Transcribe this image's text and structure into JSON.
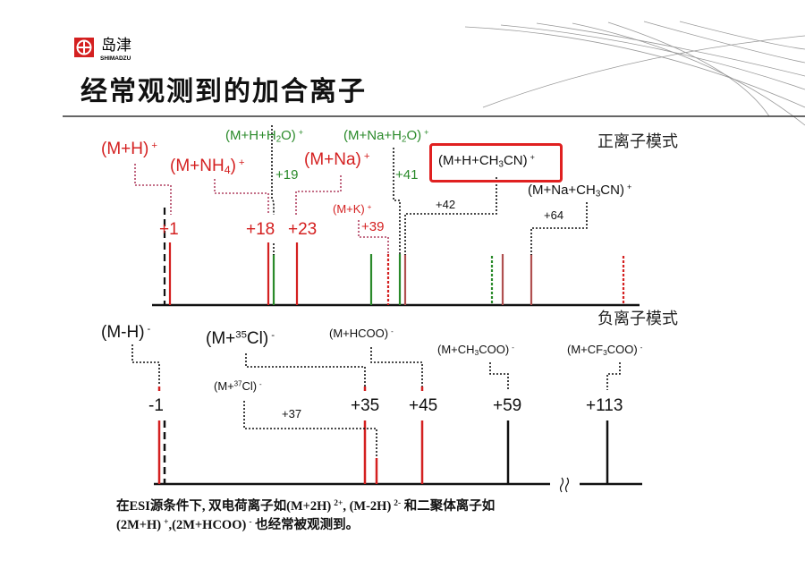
{
  "header": {
    "logo_cn": "岛津",
    "logo_en": "SHIMADZU",
    "title": "经常观测到的加合离子"
  },
  "positive": {
    "mode": "正离子模式",
    "labels": {
      "mh": {
        "a": "(M+H)",
        "sup": "+"
      },
      "nh4": {
        "a": "(M+NH",
        "sub": "4",
        "b": ")",
        "sup": "+"
      },
      "hh2o": {
        "a": "(M+H+H",
        "sub": "2",
        "b": "O)",
        "sup": "+"
      },
      "na": {
        "a": "(M+Na)",
        "sup": "+"
      },
      "nah2o": {
        "a": "(M+Na+H",
        "sub": "2",
        "b": "O)",
        "sup": "+"
      },
      "k": {
        "a": "(M+K)",
        "sup": "+"
      },
      "hch3cn": {
        "a": "(M+H+CH",
        "sub": "3",
        "b": "CN)",
        "sup": "+"
      },
      "nach3cn": {
        "a": "(M+Na+CH",
        "sub": "3",
        "b": "CN)",
        "sup": "+"
      }
    },
    "shifts": {
      "p1": "+1",
      "p18": "+18",
      "p19": "+19",
      "p23": "+23",
      "p39": "+39",
      "p41": "+41",
      "p42": "+42",
      "p64": "+64"
    }
  },
  "negative": {
    "mode": "负离子模式",
    "labels": {
      "mmh": {
        "a": "(M-H)",
        "sup": "-"
      },
      "cl35": {
        "a": "(M+",
        "sup1": "35",
        "b": "Cl)",
        "sup": "-"
      },
      "cl37": {
        "a": "(M+",
        "sup1": "37",
        "b": "Cl)",
        "sup": "-"
      },
      "hcoo": {
        "a": "(M+HCOO)",
        "sup": "-"
      },
      "ch3coo": {
        "a": "(M+CH",
        "sub": "3",
        "b": "COO)",
        "sup": "-"
      },
      "cf3coo": {
        "a": "(M+CF",
        "sub": "3",
        "b": "COO)",
        "sup": "-"
      }
    },
    "shifts": {
      "m1": "-1",
      "p35": "+35",
      "p37": "+37",
      "p45": "+45",
      "p59": "+59",
      "p113": "+113"
    }
  },
  "note": {
    "l1a": "在ESI源条件下, 双电荷离子如(M+2H)",
    "l1s1": "2+",
    "l1b": ", (M-2H)",
    "l1s2": "2-",
    "l1c": " 和二聚体离子如",
    "l2a": "(2M+H)",
    "l2s1": "+",
    "l2b": ",(2M+HCOO)",
    "l2s2": "-",
    "l2c": " 也经常被观测到。"
  },
  "colors": {
    "red": "#d42020",
    "green": "#2a8a2a",
    "brown": "#b05050",
    "black": "#111111"
  }
}
